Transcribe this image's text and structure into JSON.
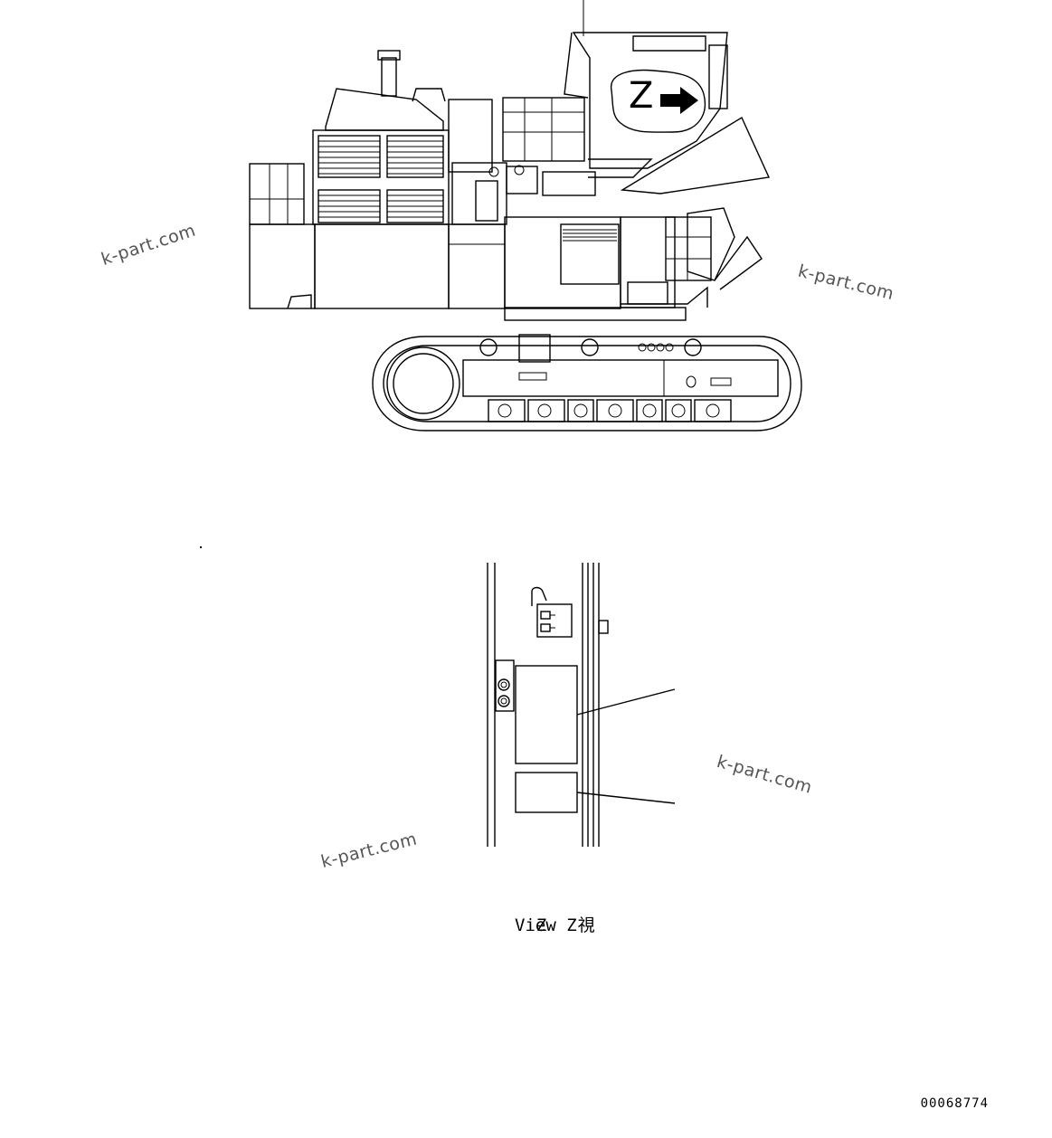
{
  "callout": {
    "letter": "Z"
  },
  "caption": {
    "line1_letter": "Z",
    "line1_kanji": "視",
    "line2": "View Z"
  },
  "document_number": "00068774",
  "watermarks": [
    "k-part.com",
    "k-part.com",
    "k-part.com",
    "k-part.com"
  ]
}
